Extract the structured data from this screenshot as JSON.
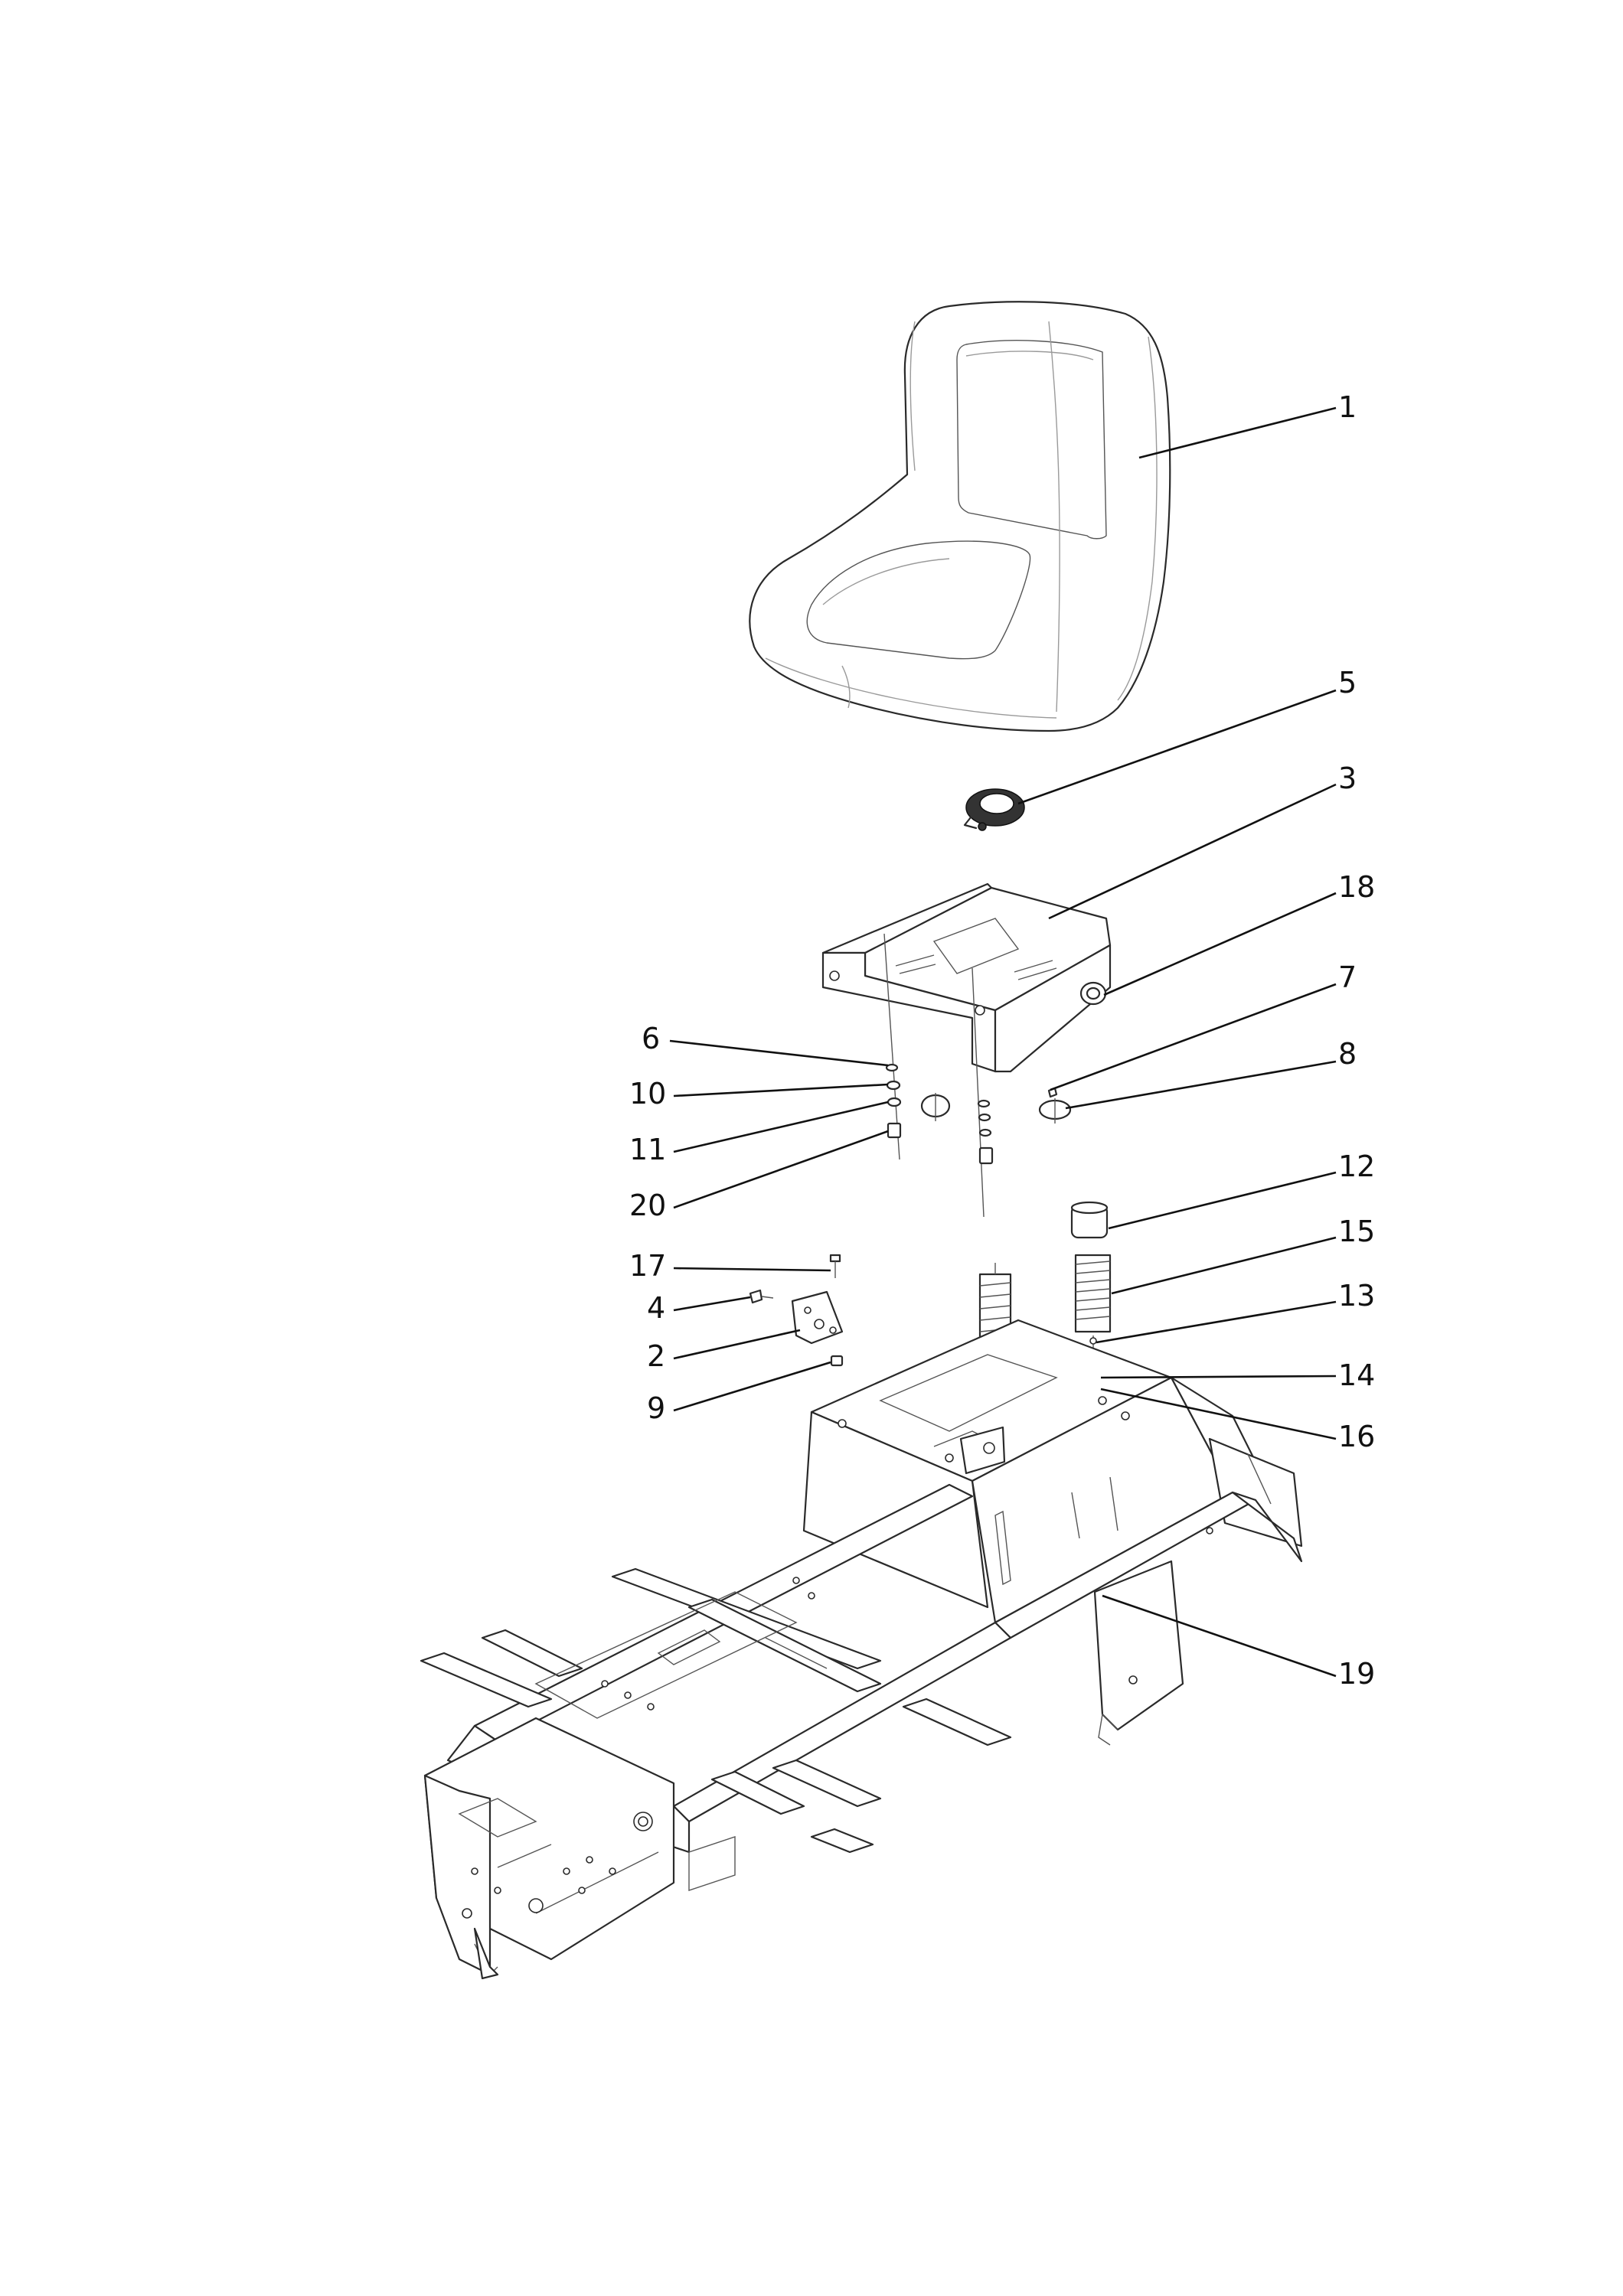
{
  "callouts": [
    {
      "id": "1",
      "label": "1",
      "part": "seat"
    },
    {
      "id": "5",
      "label": "5",
      "part": "seat-switch"
    },
    {
      "id": "3",
      "label": "3",
      "part": "seat-mounting-plate"
    },
    {
      "id": "18",
      "label": "18",
      "part": "knob"
    },
    {
      "id": "7",
      "label": "7",
      "part": "bolt"
    },
    {
      "id": "8",
      "label": "8",
      "part": "bushing"
    },
    {
      "id": "6",
      "label": "6",
      "part": "washer"
    },
    {
      "id": "10",
      "label": "10",
      "part": "washer"
    },
    {
      "id": "11",
      "label": "11",
      "part": "lock-washer"
    },
    {
      "id": "20",
      "label": "20",
      "part": "nut"
    },
    {
      "id": "12",
      "label": "12",
      "part": "spring-cap"
    },
    {
      "id": "15",
      "label": "15",
      "part": "spring"
    },
    {
      "id": "17",
      "label": "17",
      "part": "screw"
    },
    {
      "id": "4",
      "label": "4",
      "part": "bolt"
    },
    {
      "id": "13",
      "label": "13",
      "part": "bolt"
    },
    {
      "id": "2",
      "label": "2",
      "part": "bracket"
    },
    {
      "id": "14",
      "label": "14",
      "part": "washer"
    },
    {
      "id": "9",
      "label": "9",
      "part": "nut"
    },
    {
      "id": "16",
      "label": "16",
      "part": "nut"
    },
    {
      "id": "19",
      "label": "19",
      "part": "frame"
    }
  ]
}
